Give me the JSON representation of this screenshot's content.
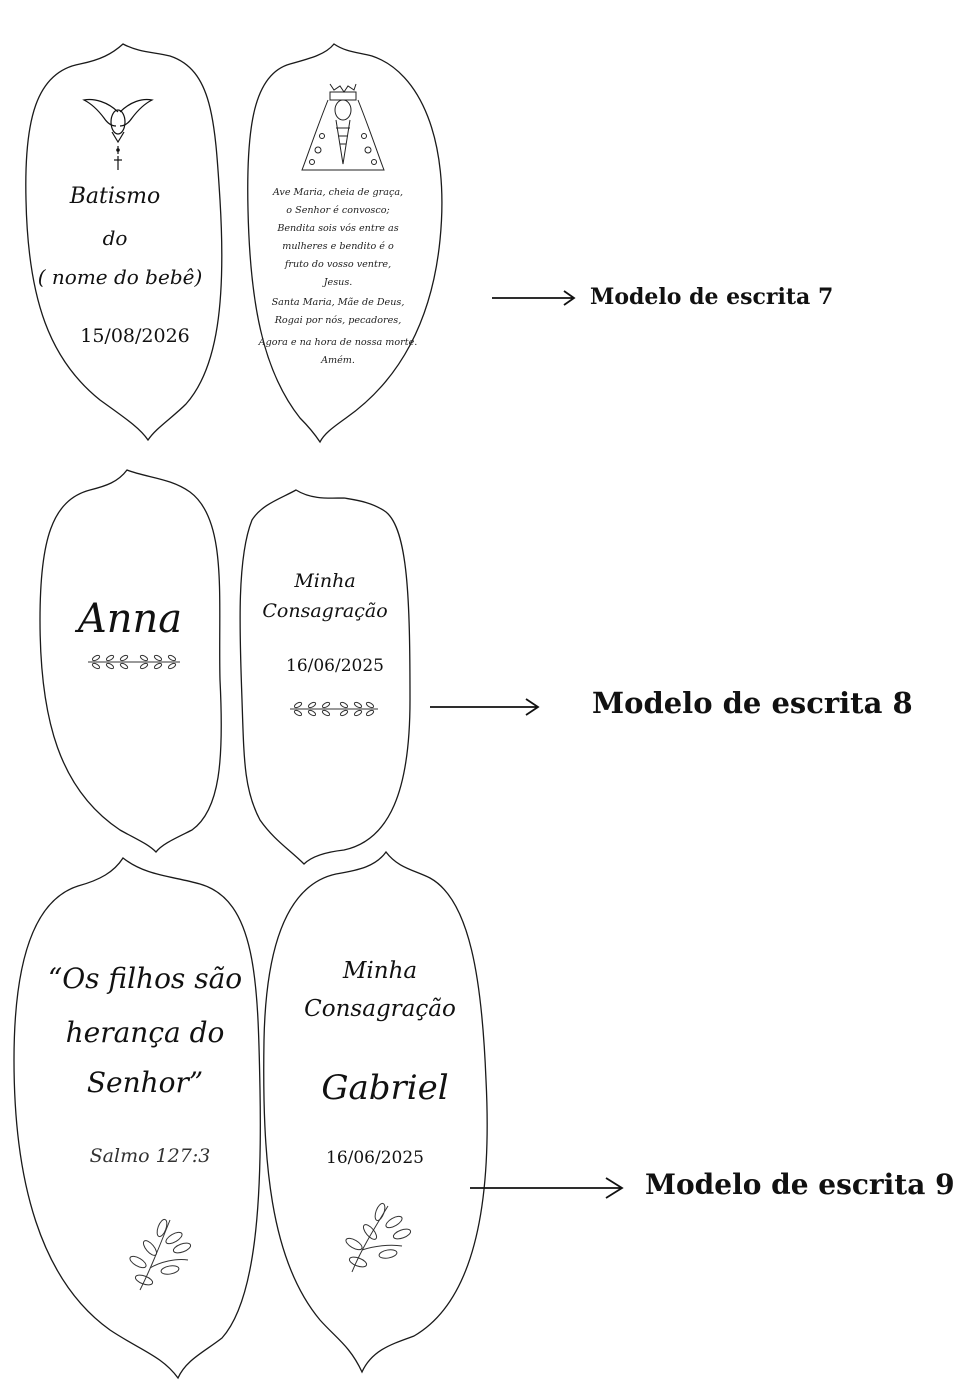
{
  "model7": {
    "label": "Modelo de escrita 7",
    "left": {
      "title_line1": "Batismo",
      "title_line2": "do",
      "title_line3": "( nome do bebê)",
      "date": "15/08/2026",
      "icon": "dove-with-rosary-cross"
    },
    "right": {
      "icon": "our-lady-of-aparecida",
      "prayer": [
        "Ave Maria, cheia de graça,",
        "o Senhor é convosco;",
        "Bendita sois vós entre as",
        "mulheres e bendito é o",
        "fruto do vosso ventre,",
        "Jesus.",
        "Santa Maria, Mãe de Deus,",
        "Rogai por nós, pecadores,",
        "Agora e na hora de nossa morte.",
        "Amém."
      ]
    }
  },
  "model8": {
    "label": "Modelo de escrita 8",
    "left": {
      "name": "Anna",
      "icon": "laurel-branch"
    },
    "right": {
      "title_line1": "Minha",
      "title_line2": "Consagração",
      "date": "16/06/2025",
      "icon": "laurel-branch"
    }
  },
  "model9": {
    "label": "Modelo de escrita 9",
    "left": {
      "quote_line1": "“Os filhos são",
      "quote_line2": "herança do",
      "quote_line3": "Senhor”",
      "reference": "Salmo 127:3",
      "icon": "olive-branch"
    },
    "right": {
      "title_line1": "Minha",
      "title_line2": "Consagração",
      "name": "Gabriel",
      "date": "16/06/2025",
      "icon": "olive-branch"
    }
  },
  "colors": {
    "ink": "#111111",
    "outline": "#1a1a1a",
    "background": "#ffffff"
  }
}
